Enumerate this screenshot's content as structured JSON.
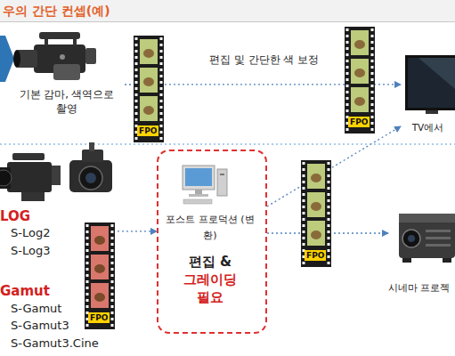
{
  "diagram": {
    "title": "우의 간단 컨셉(예)",
    "nodes": [
      {
        "text": [
          "기본 감마, 색역으로 촬영"
        ]
      },
      {
        "text": [
          "TV에서"
        ]
      },
      {
        "text": [
          "LOG",
          "S-Log2",
          "S-Log3",
          "Gamut",
          "S-Gamut",
          "S-Gamut3",
          "S-Gamut3.Cine"
        ]
      },
      {
        "text": [
          "포스트 프로덕션 (변환)",
          "편집 &",
          "그레이딩 필요"
        ]
      },
      {
        "text": [
          "시네마 프로젝"
        ]
      }
    ],
    "edges": [
      {
        "from": 0,
        "to": 1,
        "label": "편집 및 간단한 색 보정",
        "arrow": "to"
      },
      {
        "from": 2,
        "to": 3,
        "arrow": "to"
      },
      {
        "from": 3,
        "to": 1,
        "arrow": "to"
      },
      {
        "from": 3,
        "to": 4,
        "arrow": "to"
      }
    ],
    "labels": [
      "FPO",
      "FPO",
      "FPO",
      "FPO"
    ]
  }
}
